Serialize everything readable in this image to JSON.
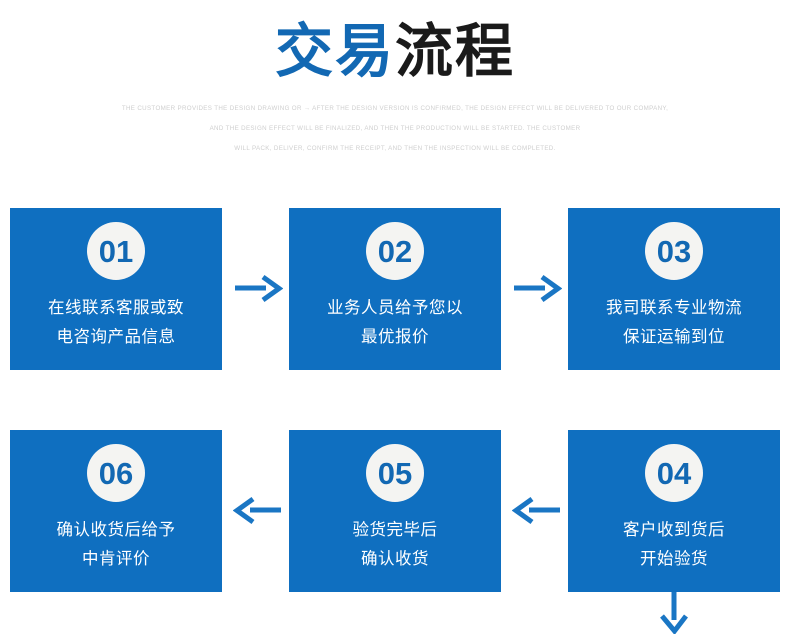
{
  "header": {
    "title_part_blue": "交易",
    "title_part_dark": "流程",
    "subtitle_line1": "THE CUSTOMER PROVIDES THE DESIGN DRAWING OR → AFTER THE DESIGN VERSION IS CONFIRMED, THE DESIGN EFFECT WILL BE DELIVERED TO OUR COMPANY,",
    "subtitle_line2": "AND THE DESIGN EFFECT WILL BE FINALIZED, AND THEN THE PRODUCTION WILL BE STARTED. THE CUSTOMER",
    "subtitle_line3": "WILL PACK, DELIVER, CONFIRM THE RECEIPT, AND THEN THE INSPECTION WILL BE COMPLETED."
  },
  "colors": {
    "brand_blue": "#0f6fc0",
    "title_blue": "#1268b3",
    "title_dark": "#1a1a1a",
    "badge_bg": "#f4f4f2",
    "arrow_blue": "#1a76c4",
    "subtitle_gray": "#cfcfcf"
  },
  "steps": [
    {
      "number": "01",
      "line1": "在线联系客服或致",
      "line2": "电咨询产品信息"
    },
    {
      "number": "02",
      "line1": "业务人员给予您以",
      "line2": "最优报价"
    },
    {
      "number": "03",
      "line1": "我司联系专业物流",
      "line2": "保证运输到位"
    },
    {
      "number": "04",
      "line1": "客户收到货后",
      "line2": "开始验货"
    },
    {
      "number": "05",
      "line1": "验货完毕后",
      "line2": "确认收货"
    },
    {
      "number": "06",
      "line1": "确认收货后给予",
      "line2": "中肯评价"
    }
  ],
  "connectors": [
    {
      "icon": "arrow-right-icon",
      "direction": "right"
    },
    {
      "icon": "arrow-right-icon",
      "direction": "right"
    },
    {
      "icon": "arrow-down-icon",
      "direction": "down"
    },
    {
      "icon": "arrow-left-icon",
      "direction": "left"
    },
    {
      "icon": "arrow-left-icon",
      "direction": "left"
    }
  ]
}
